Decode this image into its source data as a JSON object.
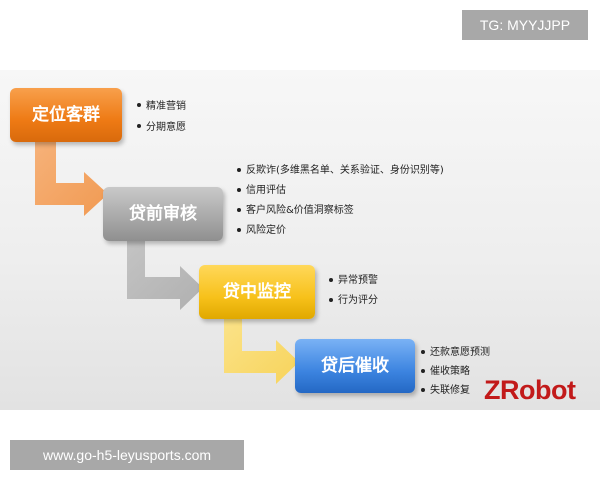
{
  "badges": {
    "tg": "TG: MYYJJPP",
    "url": "www.go-h5-leyusports.com"
  },
  "stages": [
    {
      "label": "定位客群",
      "color": "#ee7a14",
      "items": [
        "精准营销",
        "分期意愿"
      ]
    },
    {
      "label": "贷前审核",
      "color": "#a7a7a7",
      "items": [
        "反欺诈(多维黑名单、关系验证、身份识别等)",
        "信用评估",
        "客户风险&价值洞察标签",
        "风险定价"
      ]
    },
    {
      "label": "贷中监控",
      "color": "#f7c11a",
      "items": [
        "异常预警",
        "行为评分"
      ]
    },
    {
      "label": "贷后催收",
      "color": "#3c84e0",
      "items": [
        "还款意愿预测",
        "催收策略",
        "失联修复"
      ]
    }
  ],
  "logo": {
    "text": "ZRobot",
    "color": "#c21a1a"
  }
}
